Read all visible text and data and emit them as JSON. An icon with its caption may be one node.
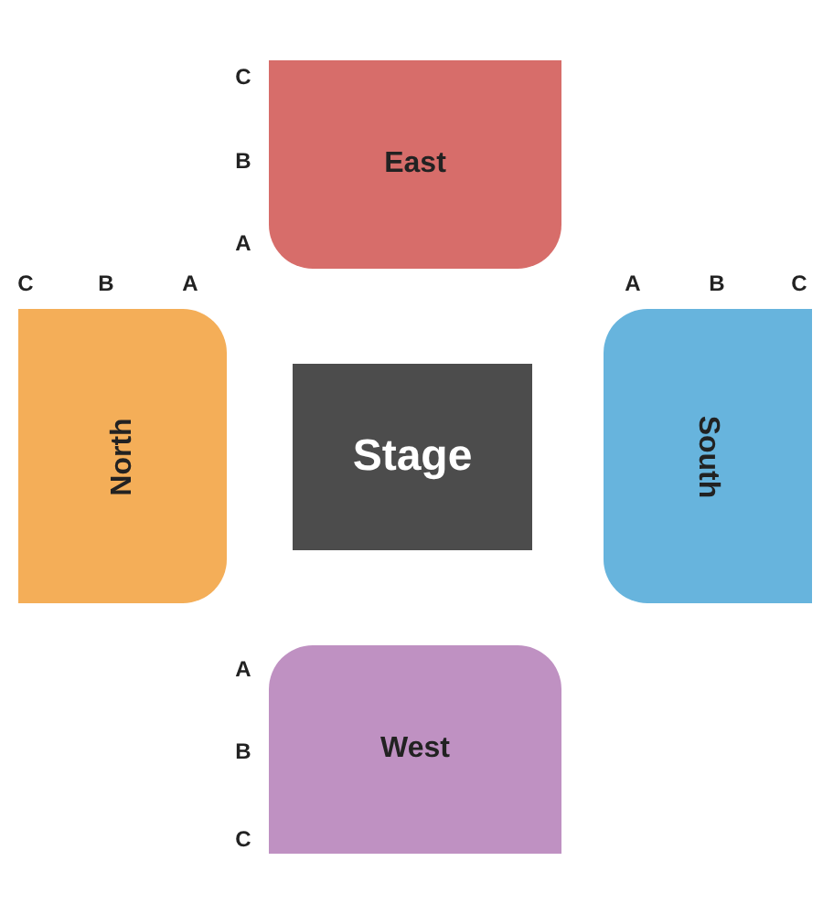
{
  "diagram": {
    "nodes": [
      {
        "text": [
          "East"
        ],
        "beside": [
          "C",
          "B",
          "A"
        ]
      },
      {
        "text": [
          "North"
        ],
        "beside": [
          "C",
          "B",
          "A"
        ]
      },
      {
        "text": [
          "Stage"
        ]
      },
      {
        "text": [
          "South"
        ],
        "beside": [
          "A",
          "B",
          "C"
        ]
      },
      {
        "text": [
          "West"
        ],
        "beside": [
          "A",
          "B",
          "C"
        ]
      }
    ]
  }
}
